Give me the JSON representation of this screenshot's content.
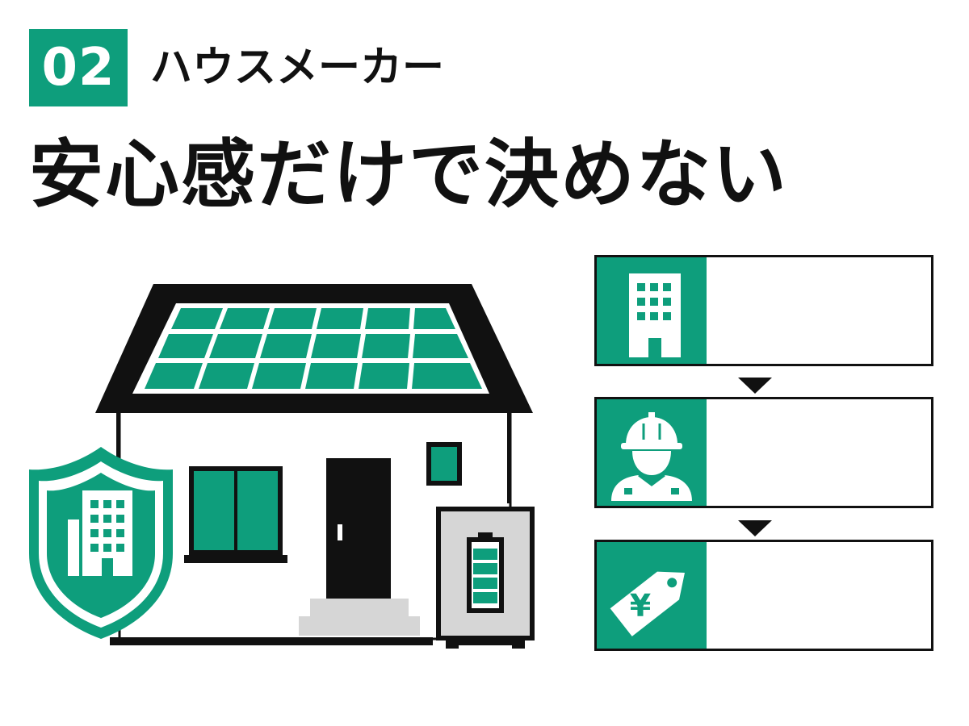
{
  "header": {
    "number": "02",
    "subtitle": "ハウスメーカー",
    "headline": "安心感だけで決めない"
  },
  "colors": {
    "accent": "#0e9e7c",
    "ink": "#111111",
    "gray": "#d6d6d6"
  },
  "illustration": {
    "icons": [
      "house-with-solar-panels",
      "shield-building-icon",
      "home-battery-icon"
    ]
  },
  "steps": [
    {
      "icon": "building-icon",
      "text": ""
    },
    {
      "icon": "construction-worker-icon",
      "text": ""
    },
    {
      "icon": "yen-price-tag-icon",
      "text": ""
    }
  ]
}
